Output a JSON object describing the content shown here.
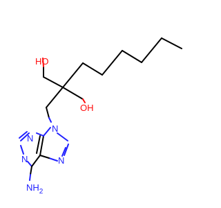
{
  "molecule": {
    "atom_labels": {
      "hydroxyl_top": "HO",
      "hydroxyl_mid": "OH",
      "n9": "N",
      "n3": "N",
      "n1": "N",
      "n7": "N",
      "amine": "NH",
      "amine_sub": "2"
    },
    "colors": {
      "carbon_bond": "#000000",
      "nitrogen": "#2020ff",
      "oxygen": "#ff0d0d"
    }
  }
}
